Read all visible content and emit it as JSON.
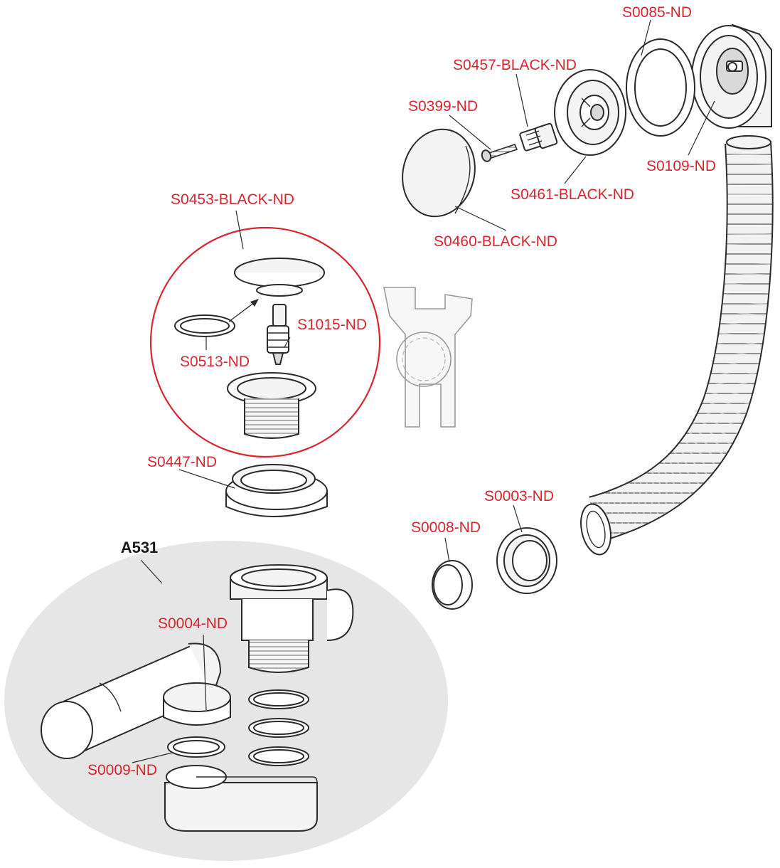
{
  "colors": {
    "label_red": "#d8262f",
    "label_dark": "#1a1a1a",
    "line": "#2b2b2b",
    "kit_background": "#e6e6e6",
    "callout_circle": "#d8262f"
  },
  "labels": {
    "s0085": "S0085-ND",
    "s0457": "S0457-BLACK-ND",
    "s0399": "S0399-ND",
    "s0109": "S0109-ND",
    "s0461": "S0461-BLACK-ND",
    "s0460": "S0460-BLACK-ND",
    "s0453": "S0453-BLACK-ND",
    "s1015": "S1015-ND",
    "s0513": "S0513-ND",
    "s0447": "S0447-ND",
    "s0003": "S0003-ND",
    "s0008": "S0008-ND",
    "a531": "A531",
    "s0004": "S0004-ND",
    "s0009": "S0009-ND"
  }
}
